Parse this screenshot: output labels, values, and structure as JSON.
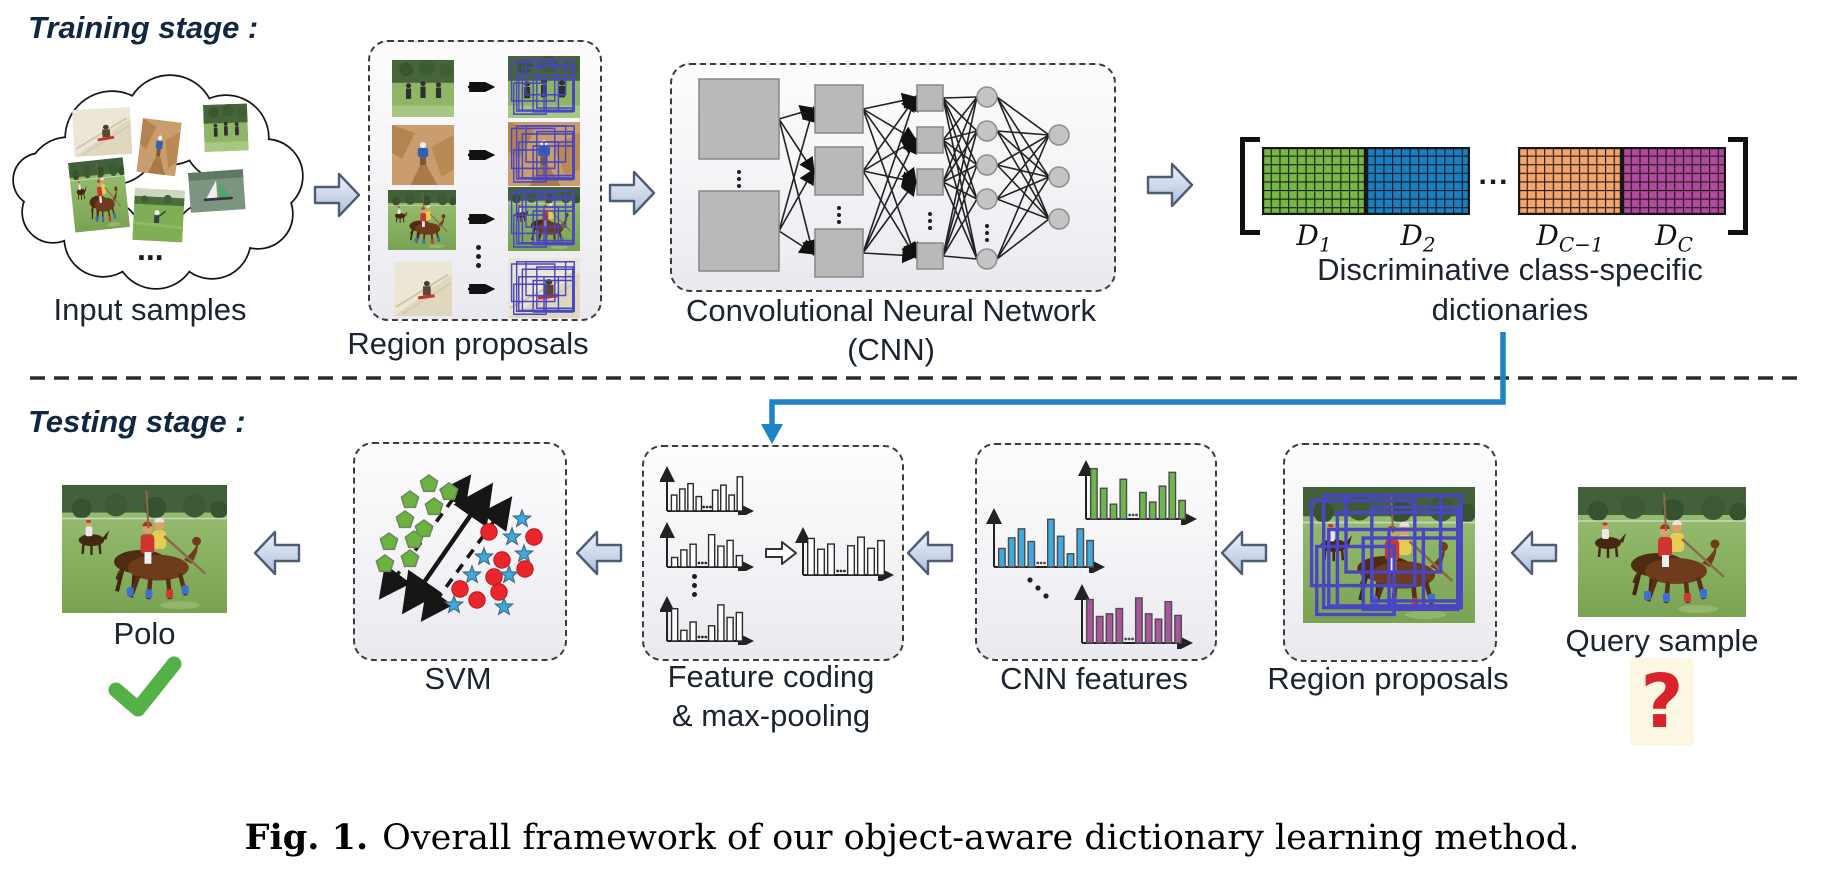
{
  "figure": {
    "caption_prefix": "Fig. 1.",
    "caption_text": "Overall framework of our object-aware dictionary learning method."
  },
  "colors": {
    "label_text": "#1b2430",
    "stage_text": "#0f2740",
    "arrow_fill_light": "#f0f4fb",
    "arrow_fill_dark": "#aebdd8",
    "arrow_stroke": "#4d5d78",
    "flow_blue": "#1d82c6",
    "check_green": "#54b148",
    "question_red": "#d8232d",
    "proposal_box_blue": "#4a46c2",
    "dict_grid_line": "#161616"
  },
  "training": {
    "stage_label": "Training stage :",
    "input_samples": {
      "label": "Input samples",
      "ellipsis": "..."
    },
    "region_proposals": {
      "label": "Region proposals"
    },
    "cnn": {
      "label_line1": "Convolutional Neural Network",
      "label_line2": "(CNN)"
    },
    "dictionaries": {
      "caption_line1": "Discriminative class-specific",
      "caption_line2": "dictionaries",
      "ellipsis": "...",
      "items": [
        {
          "symbol": "D",
          "subscript": "1",
          "color": "#77b843"
        },
        {
          "symbol": "D",
          "subscript": "2",
          "color": "#177fc2"
        },
        {
          "symbol": "D",
          "subscript": "C−1",
          "color": "#f5a46b"
        },
        {
          "symbol": "D",
          "subscript": "C",
          "color": "#b2499f"
        }
      ]
    }
  },
  "testing": {
    "stage_label": "Testing stage :",
    "result": {
      "label": "Polo"
    },
    "svm": {
      "label": "SVM"
    },
    "feature_coding": {
      "label_line1": "Feature coding",
      "label_line2": "& max-pooling",
      "histograms_small": [
        [
          0.42,
          0.58,
          0.72,
          0.38,
          null,
          0.55,
          0.68,
          0.42,
          0.9
        ],
        [
          0.25,
          0.45,
          0.6,
          null,
          0.85,
          0.55,
          0.7,
          0.3
        ],
        [
          0.85,
          0.28,
          0.5,
          null,
          0.4,
          0.95,
          0.62,
          0.75
        ]
      ],
      "histogram_pooled": [
        0.85,
        0.6,
        0.72,
        null,
        0.68,
        0.88,
        0.62,
        0.8
      ]
    },
    "cnn_features": {
      "label": "CNN features",
      "histograms": [
        {
          "name": "class-green-histogram",
          "color": "#6db54d",
          "values": [
            0.95,
            0.58,
            0.28,
            0.75,
            null,
            0.5,
            0.32,
            0.62,
            0.88,
            0.35
          ]
        },
        {
          "name": "class-blue-histogram",
          "color": "#3fa8dc",
          "values": [
            0.35,
            0.55,
            0.72,
            0.48,
            null,
            0.9,
            0.58,
            0.25,
            0.72,
            0.5
          ]
        },
        {
          "name": "class-purple-histogram",
          "color": "#a9569e",
          "values": [
            0.82,
            0.5,
            0.55,
            0.65,
            null,
            0.85,
            0.55,
            0.45,
            0.78,
            0.52
          ]
        }
      ]
    },
    "region_proposals": {
      "label": "Region proposals"
    },
    "query": {
      "label": "Query sample",
      "mark": "?"
    }
  }
}
